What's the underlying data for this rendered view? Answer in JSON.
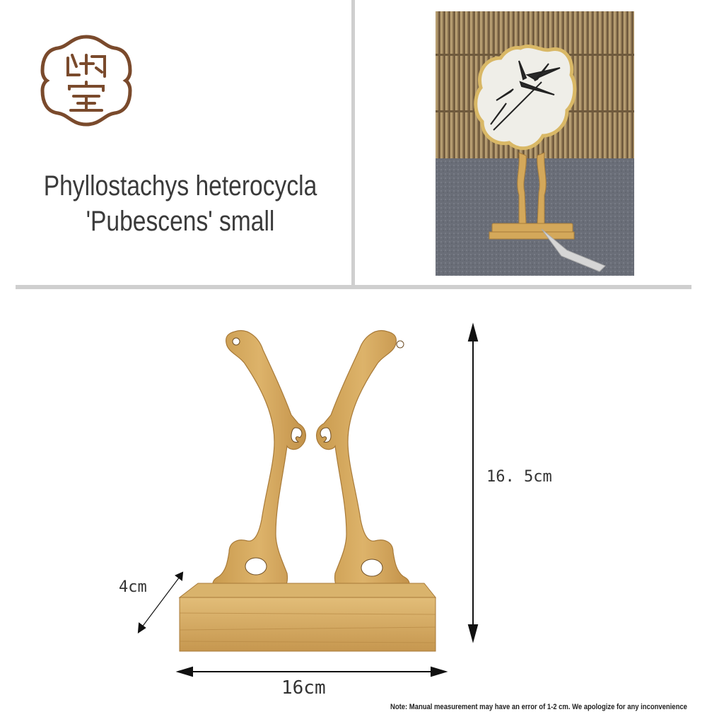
{
  "brand": {
    "logo_icon": "brand-seal-logo-icon",
    "logo_color": "#7a4a2c"
  },
  "product": {
    "title_line1": "Phyllostachys heterocycla",
    "title_line2": "'Pubescens' small"
  },
  "dimensions": {
    "height": "16. 5cm",
    "depth": "4cm",
    "width": "16cm"
  },
  "note": "Note: Manual measurement may have an error of 1-2 cm. We apologize for any inconvenience",
  "colors": {
    "bamboo": "#c9a25a",
    "divider": "#cfcfcf",
    "title": "#3a3a3a"
  }
}
